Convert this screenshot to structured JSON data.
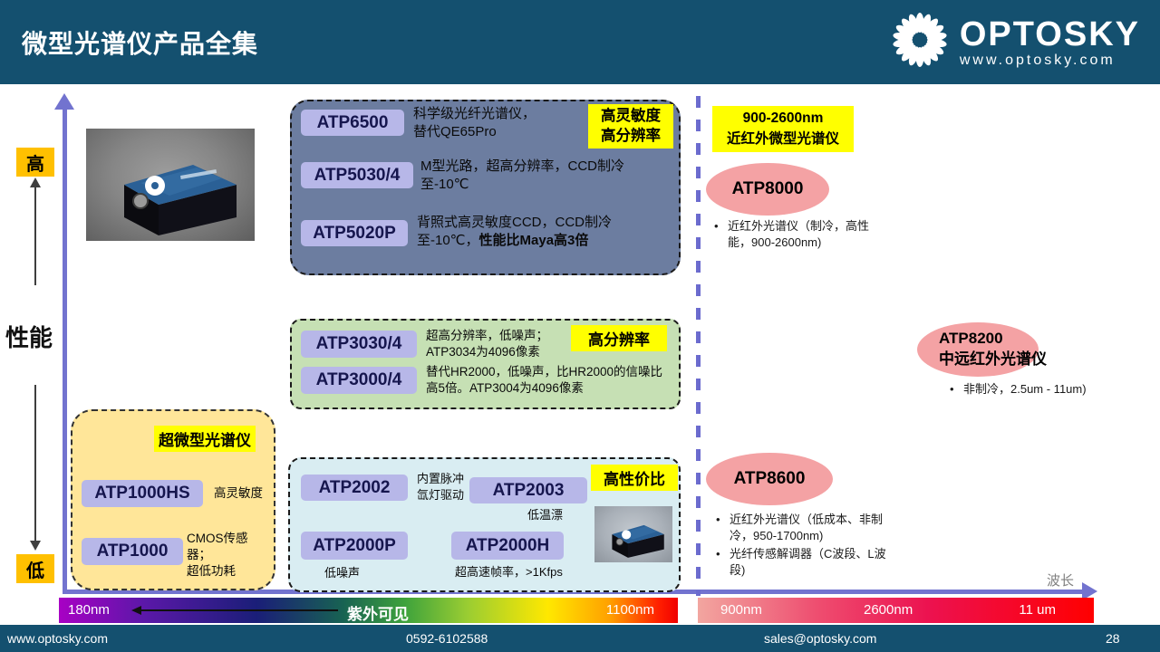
{
  "header": {
    "title": "微型光谱仪产品全集",
    "logo_name": "OPTOSKY",
    "logo_site": "www.optosky.com"
  },
  "perf_axis": {
    "high": "高",
    "label": "性能",
    "low": "低"
  },
  "wavelength_axis_label": "波长",
  "blue_box": {
    "tag": "高灵敏度\n高分辨率",
    "items": [
      {
        "model": "ATP6500",
        "desc": "科学级光纤光谱仪，\n替代QE65Pro"
      },
      {
        "model": "ATP5030/4",
        "desc": "M型光路，超高分辨率，CCD制冷至-10℃"
      },
      {
        "model": "ATP5020P",
        "desc": "背照式高灵敏度CCD，CCD制冷至-10℃，",
        "desc_bold": "性能比Maya高3倍"
      }
    ]
  },
  "green_box": {
    "tag": "高分辨率",
    "items": [
      {
        "model": "ATP3030/4",
        "desc": "超高分辨率，低噪声；\nATP3034为4096像素"
      },
      {
        "model": "ATP3000/4",
        "desc": "替代HR2000，低噪声，比HR2000的信噪比高5倍。ATP3004为4096像素"
      }
    ]
  },
  "micro_box": {
    "tag": "超微型光谱仪",
    "items": [
      {
        "model": "ATP1000HS",
        "desc": "高灵敏度"
      },
      {
        "model": "ATP1000",
        "desc": "CMOS传感器；\n超低功耗"
      }
    ]
  },
  "value_box": {
    "tag": "高性价比",
    "items": [
      {
        "model": "ATP2002",
        "desc": "内置脉冲\n氙灯驱动"
      },
      {
        "model": "ATP2003",
        "desc": "低温漂"
      },
      {
        "model": "ATP2000P",
        "desc": "低噪声"
      },
      {
        "model": "ATP2000H",
        "desc": "超高速帧率，>1Kfps"
      }
    ]
  },
  "nir": {
    "header": "900-2600nm\n近红外微型光谱仪",
    "atp8000": {
      "model": "ATP8000",
      "bullets": [
        "近红外光谱仪（制冷，高性能，900-2600nm)"
      ]
    },
    "atp8200": {
      "model": "ATP8200\n中远红外光谱仪",
      "bullets": [
        "非制冷，2.5um - 11um)"
      ]
    },
    "atp8600": {
      "model": "ATP8600",
      "bullets": [
        "近红外光谱仪（低成本、非制冷，950-1700nm)",
        "光纤传感解调器（C波段、L波段)"
      ]
    }
  },
  "spectrum_bars": {
    "uv_vis": {
      "start": "180nm",
      "label": "紫外可见",
      "end": "1100nm"
    },
    "nir_ir": {
      "start": "900nm",
      "mid": "2600nm",
      "end": "11 um"
    }
  },
  "footer": {
    "site": "www.optosky.com",
    "phone": "0592-6102588",
    "email": "sales@optosky.com",
    "page": "28"
  },
  "colors": {
    "header_bg": "#14506F",
    "axis_purple": "#7273CF",
    "chip_bg": "#B7B7E8",
    "blue_box_bg": "#6C7DA0",
    "green_box_bg": "#C6E0B4",
    "micro_box_bg": "#FFE699",
    "value_box_bg": "#D9EDF2",
    "pink_ellipse": "#F4A2A4",
    "highlight_yellow": "#FFFF00",
    "perf_label_bg": "#FFC000"
  }
}
